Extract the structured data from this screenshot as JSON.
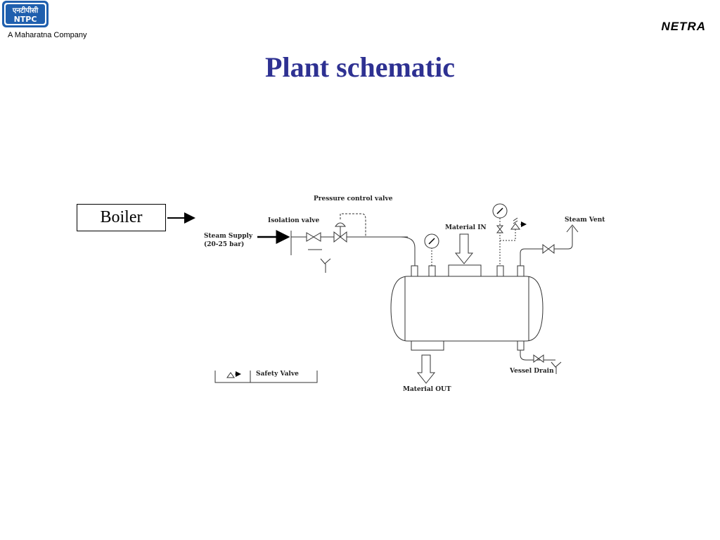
{
  "header": {
    "logo_text_hindi": "एनटीपीसी",
    "logo_text": "NTPC",
    "tagline": "A Maharatna Company",
    "brand_right": "NETRA"
  },
  "slide": {
    "title": "Plant schematic",
    "callout": "Boiler"
  },
  "diagram": {
    "labels": {
      "pressure_control_valve": "Pressure control valve",
      "isolation_valve": "Isolation valve",
      "steam_supply": "Steam Supply",
      "steam_supply_pressure": "(20-25 bar)",
      "material_in": "Material IN",
      "steam_vent": "Steam Vent",
      "vessel_drain": "Vessel Drain",
      "material_out": "Material OUT",
      "safety_valve_legend": "Safety Valve"
    }
  },
  "colors": {
    "title": "#2e3192",
    "logo_blue": "#1f5fae"
  }
}
